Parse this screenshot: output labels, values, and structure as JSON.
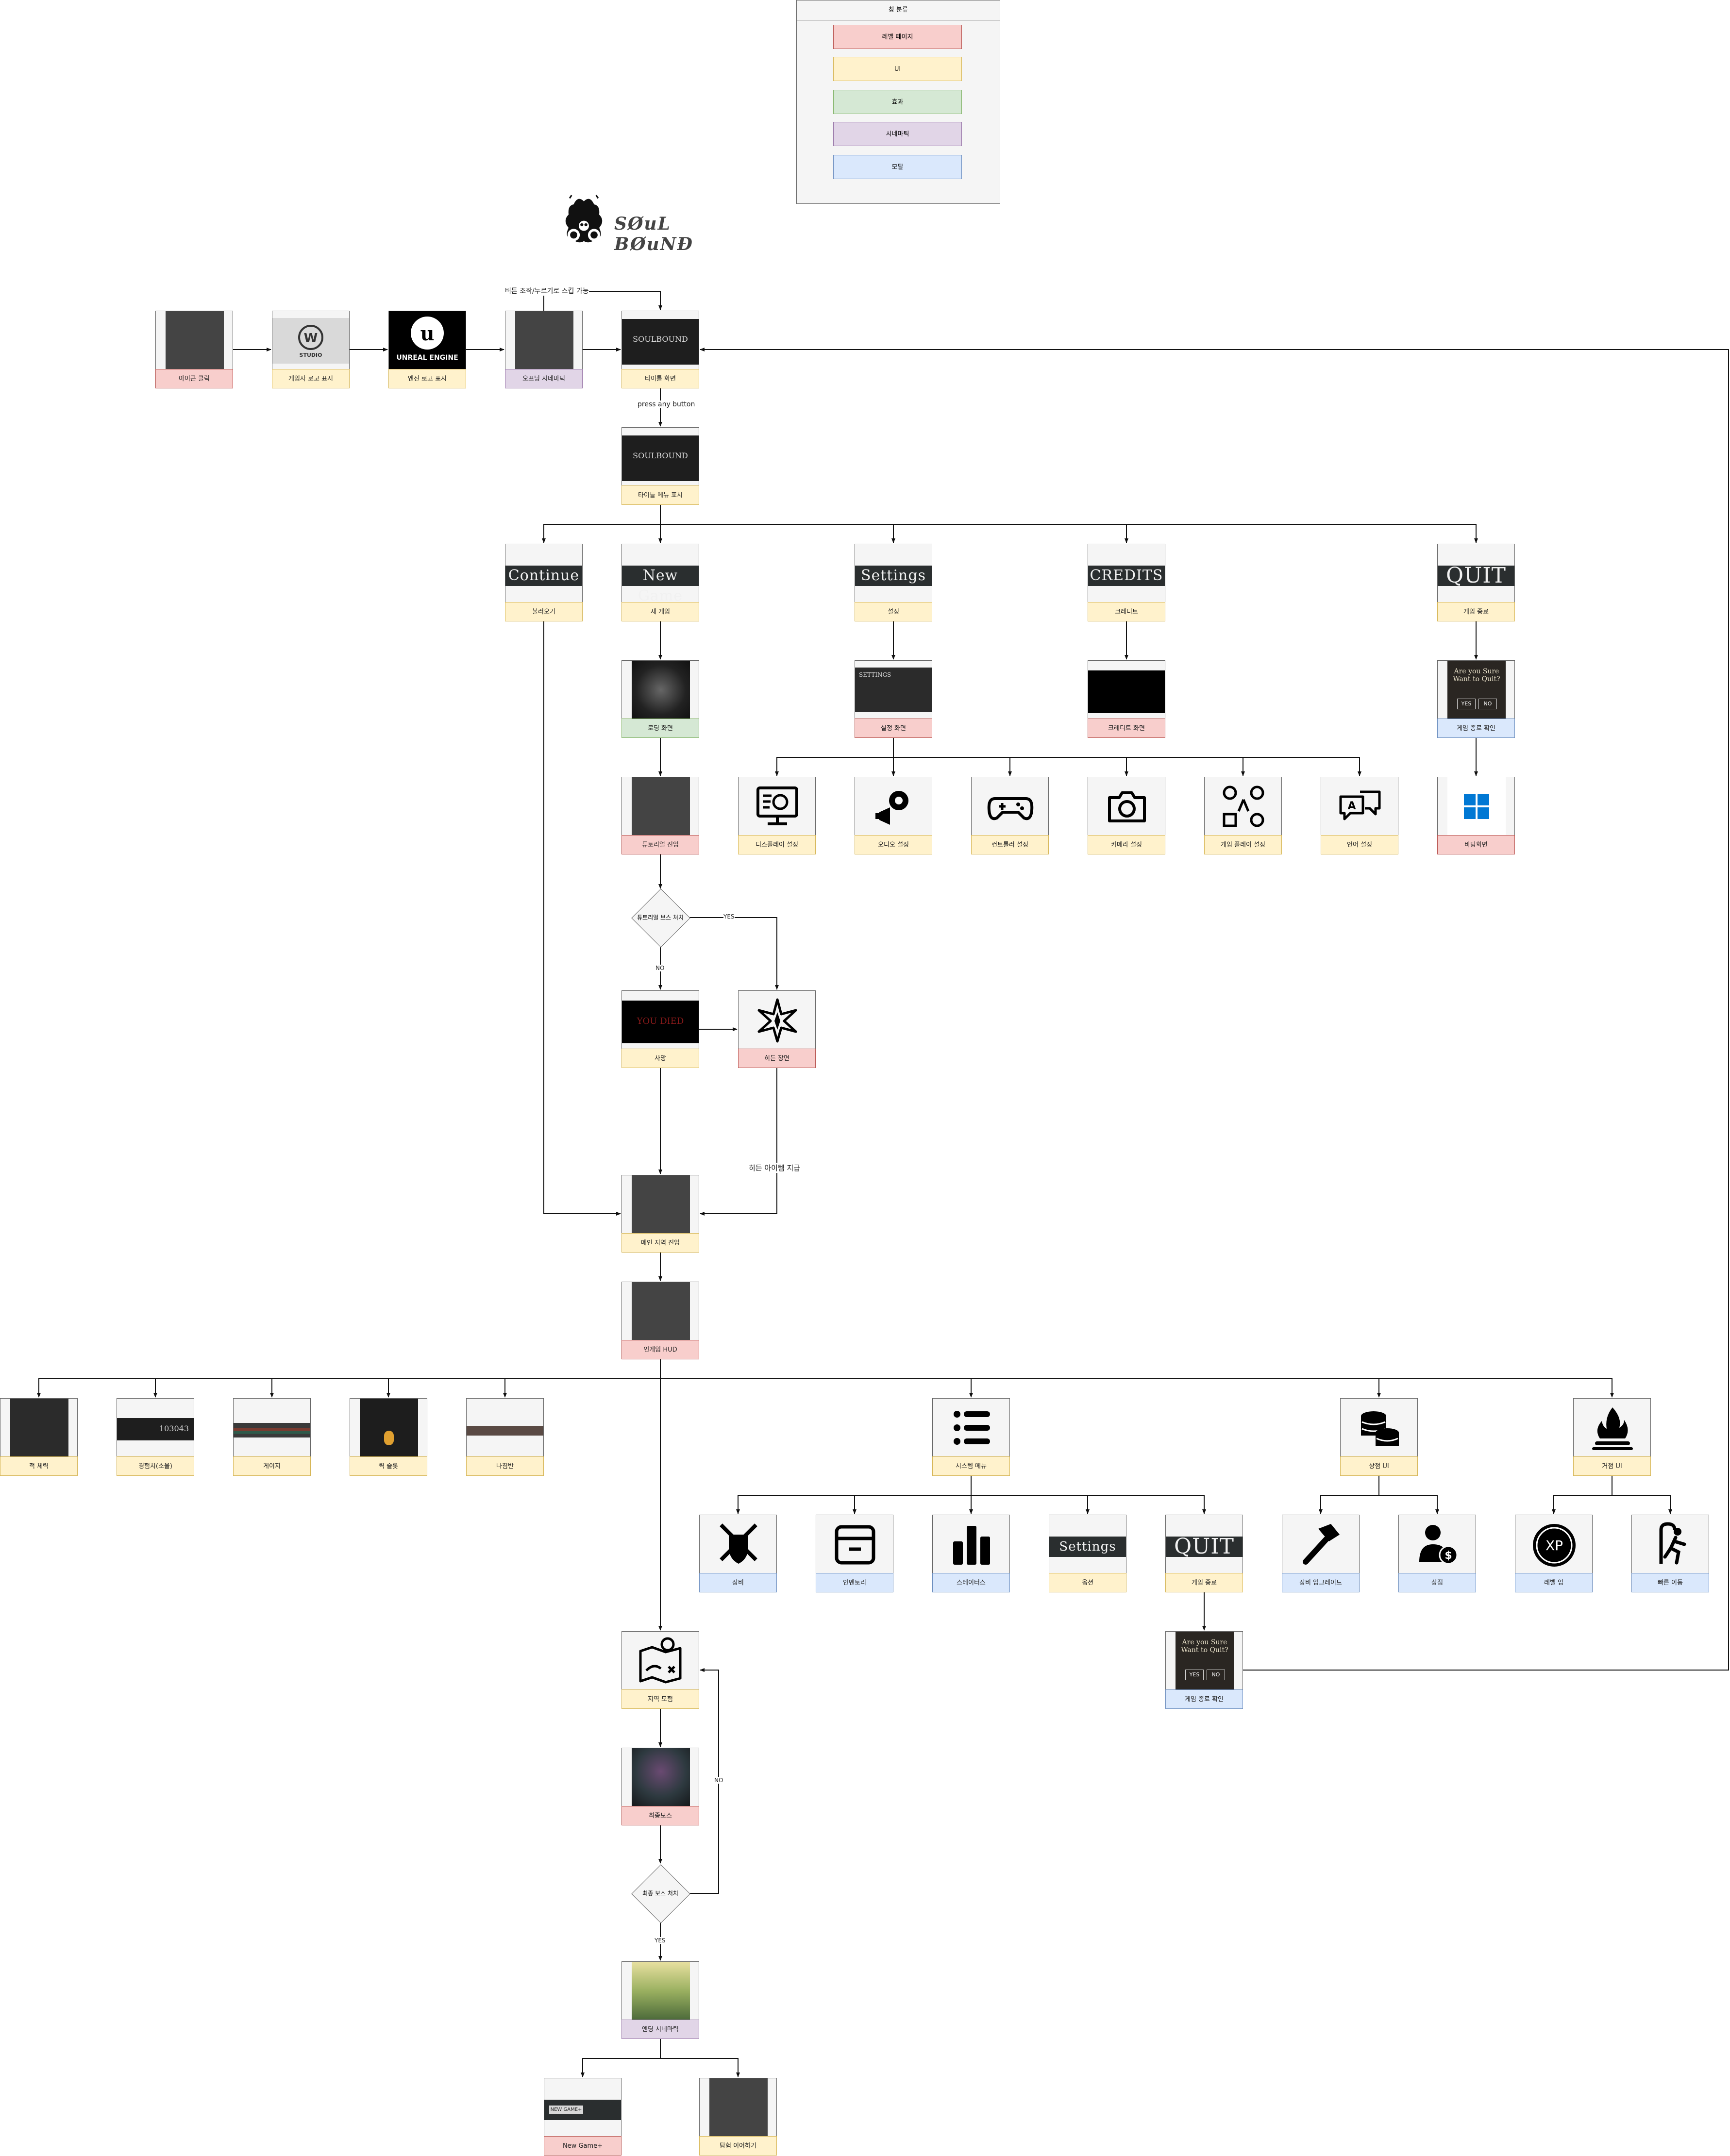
{
  "legend": {
    "title": "창 분류",
    "items": [
      {
        "label": "레벨 페이지",
        "color": "#f8cecc"
      },
      {
        "label": "UI",
        "color": "#fff2cc"
      },
      {
        "label": "효과",
        "color": "#d5e8d4"
      },
      {
        "label": "시네마틱",
        "color": "#e1d5e7"
      },
      {
        "label": "모달",
        "color": "#dae8fc"
      }
    ]
  },
  "logo": {
    "text": "SØuL BØuNĐ"
  },
  "nodes": {
    "icon_click": "아이콘 클릭",
    "dev_logo": "게임사 로고 표시",
    "engine_logo": "엔진 로고 표시",
    "opening": "오프닝 시네마틱",
    "title_screen": "타이틀 화면",
    "title_menu": "타이틀 메뉴 표시",
    "continue": "불러오기",
    "new_game": "새 게임",
    "settings": "설정",
    "credits": "크레디트",
    "quit": "게임 종료",
    "loading": "로딩 화면",
    "settings_screen": "설정 화면",
    "credits_screen": "크레디트 화면",
    "quit_confirm": "게임 종료 확인",
    "desktop": "바탕화면",
    "tutorial": "튜토리얼 진입",
    "display": "디스플레이 설정",
    "audio": "오디오 설정",
    "controller": "컨트롤러 설정",
    "camera": "카메라 설정",
    "gameplay": "게임 플레이 설정",
    "language": "언어 설정",
    "death": "사망",
    "hidden_scene": "히든 장면",
    "main_area": "메인 지역 진입",
    "ingame_hud": "인게임 HUD",
    "enemy_hp": "적 체력",
    "exp": "경험치(소울)",
    "gauge": "게이지",
    "quick_slot": "퀵 슬롯",
    "compass": "나침반",
    "system_menu": "시스템 메뉴",
    "shop_ui": "상점 UI",
    "bonfire_ui": "거점 UI",
    "equipment": "장비",
    "inventory": "인벤토리",
    "stats": "스테이터스",
    "options": "옵션",
    "game_quit": "게임 종료",
    "gear_upgrade": "장비 업그레이드",
    "shop": "상점",
    "level_up": "레벨 업",
    "fast_travel": "빠른 이동",
    "quit_confirm2": "게임 종료 확인",
    "explore": "지역 모험",
    "final_boss": "최종보스",
    "ending": "엔딩 시네마틱",
    "new_game_plus": "New Game+",
    "continue_explore": "탐험 이어하기"
  },
  "thumb_text": {
    "continue": "Continue",
    "new_game": "New Game",
    "settings": "Settings",
    "credits": "CREDITS",
    "quit": "QUIT",
    "options": "Settings",
    "game_quit": "QUIT",
    "unreal": "UNREAL ENGINE",
    "studio": "STUDIO",
    "soulbound": "SOULBOUND",
    "you_died": "YOU DIED",
    "exp_value": "103043",
    "xp": "XP",
    "new_game_plus": "NEW GAME+",
    "settings_small": "SETTINGS",
    "quit_q": "Are you Sure Want to Quit?",
    "yes": "YES",
    "no": "NO"
  },
  "decisions": {
    "tutorial_skip": "튜토리얼 보스 처치",
    "final_boss_clear": "최종 보스 처치"
  },
  "edge_labels": {
    "skip_opening": "버튼 조작/누르기로 스킵 가능",
    "press_any": "press any button",
    "yes": "YES",
    "no": "NO",
    "hidden_item": "히든 아이템 지급",
    "no2": "NO",
    "yes2": "YES"
  }
}
